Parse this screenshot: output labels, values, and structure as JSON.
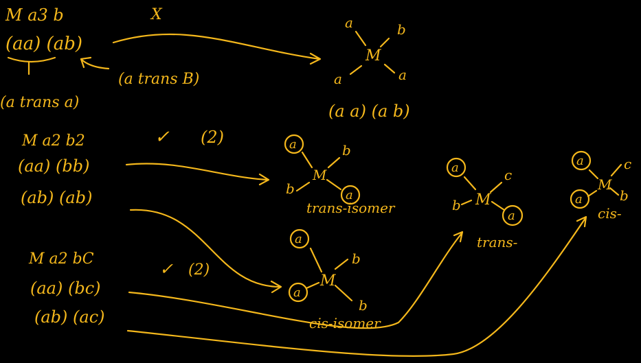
{
  "colors": {
    "background": "#000000",
    "ink": "#f5b81c"
  },
  "left_column": {
    "formula_1": "M a3 b",
    "pairs_1": "(aa) (ab)",
    "note_aa": "(a trans a)",
    "note_ab": "(a trans B)",
    "mark_1": "X",
    "formula_2": "M a2 b2",
    "mark_2": "✓",
    "count_2": "(2)",
    "pairs_2a": "(aa) (bb)",
    "pairs_2b": "(ab) (ab)",
    "formula_3": "M a2 bC",
    "mark_3": "✓",
    "count_3": "(2)",
    "pairs_3a": "(aa) (bc)",
    "pairs_3b": "(ab) (ac)"
  },
  "structures": [
    {
      "top": "a",
      "right": "b",
      "center": "M",
      "left": "a",
      "bottom_right": "a",
      "caption": "(a a) (a b)"
    },
    {
      "top": "a",
      "right": "b",
      "center": "M",
      "left": "b",
      "bottom_right": "a",
      "caption": "trans-isomer"
    },
    {
      "top": "a",
      "right": "b",
      "center": "M",
      "left": "a",
      "bottom_right": "b",
      "caption": "cis-isomer"
    },
    {
      "top": "a",
      "right": "c",
      "center": "M",
      "left": "b",
      "bottom_right": "a",
      "caption": "trans-"
    },
    {
      "top": "a",
      "right": "c",
      "center": "M",
      "left": "a",
      "bottom_right": "b",
      "caption": "cis-"
    }
  ]
}
